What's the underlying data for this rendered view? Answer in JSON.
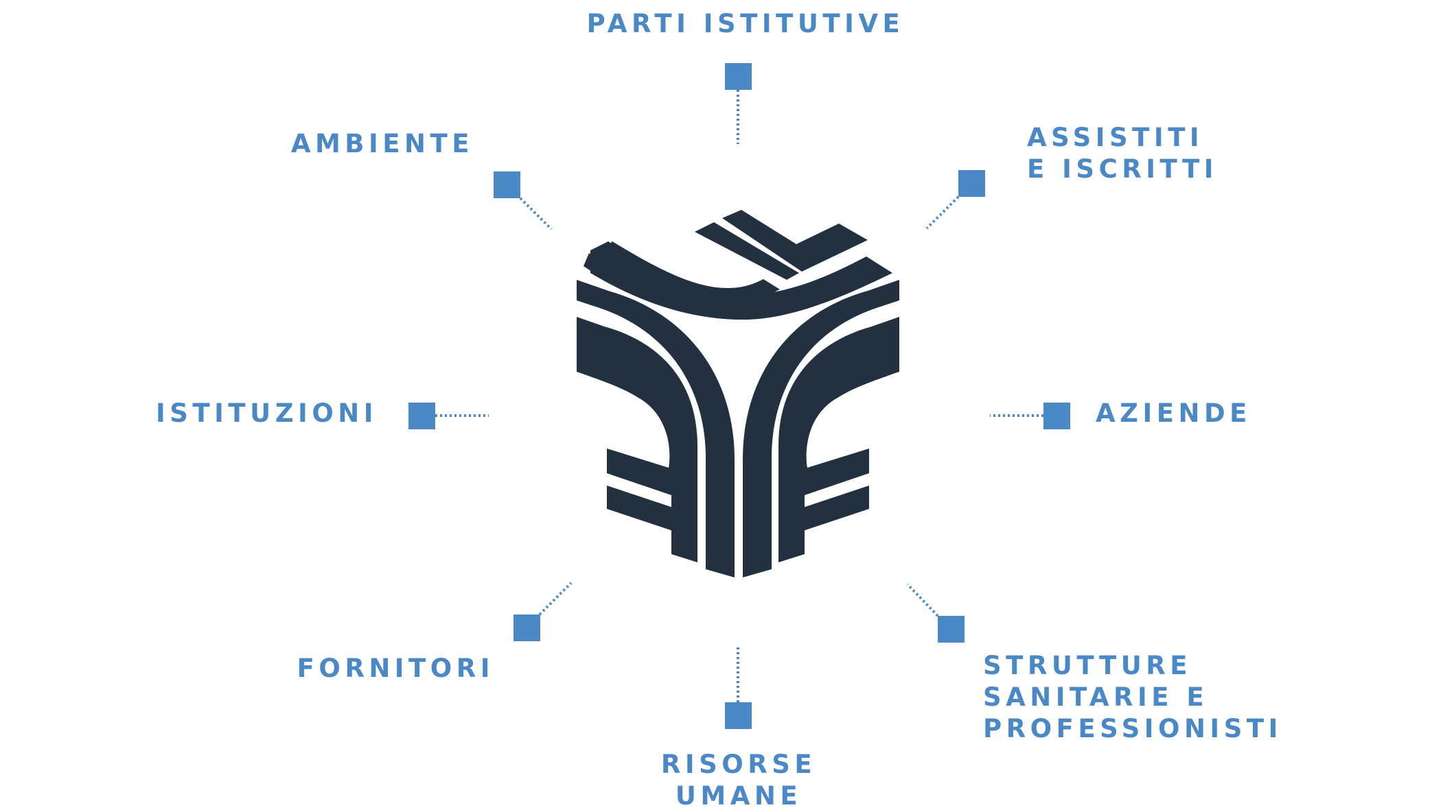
{
  "colors": {
    "accent": "#4b88c6",
    "logo": "#22303f",
    "background": "#ffffff"
  },
  "logo": {
    "icon": "cube-f-logo-icon"
  },
  "stakeholders": [
    {
      "id": "parti-istitutive",
      "lines": [
        "PARTI ISTITUTIVE"
      ]
    },
    {
      "id": "assistiti-e-iscritti",
      "lines": [
        "ASSISTITI",
        "E ISCRITTI"
      ]
    },
    {
      "id": "aziende",
      "lines": [
        "AZIENDE"
      ]
    },
    {
      "id": "strutture-sanitarie-e-professionisti",
      "lines": [
        "STRUTTURE",
        "SANITARIE E",
        "PROFESSIONISTI"
      ]
    },
    {
      "id": "risorse-umane",
      "lines": [
        "RISORSE",
        "UMANE"
      ]
    },
    {
      "id": "fornitori",
      "lines": [
        "FORNITORI"
      ]
    },
    {
      "id": "istituzioni",
      "lines": [
        "ISTITUZIONI"
      ]
    },
    {
      "id": "ambiente",
      "lines": [
        "AMBIENTE"
      ]
    }
  ]
}
